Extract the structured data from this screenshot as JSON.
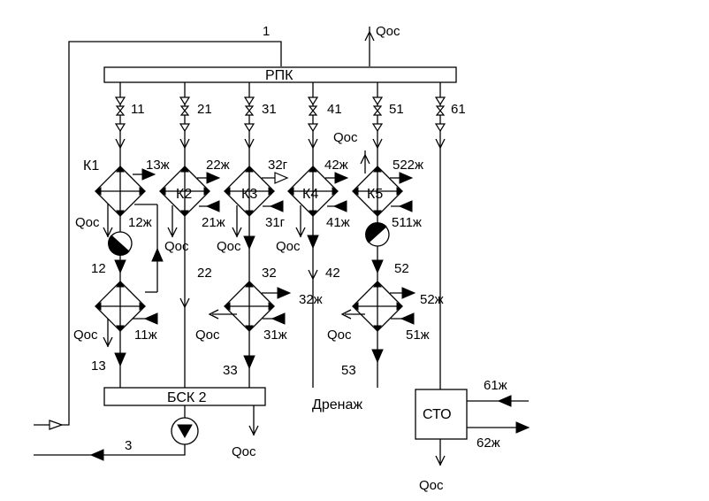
{
  "labels": {
    "rpk": "РПК",
    "bsk": "БСК 2",
    "sto": "СТО",
    "drain": "Дренаж",
    "q_top": "Qос",
    "stream_1": "1",
    "stream_3": "3",
    "k1": "К1",
    "k2": "К2",
    "k3": "К3",
    "k4": "К4",
    "k5": "К5",
    "s11": "11",
    "s21": "21",
    "s31": "31",
    "s41": "41",
    "s51": "51",
    "s61": "61",
    "s13zh": "13ж",
    "s22zh": "22ж",
    "s32g": "32г",
    "s42zh": "42ж",
    "s522zh": "522ж",
    "s12zh": "12ж",
    "s21zh": "21ж",
    "s31g": "31г",
    "s41zh": "41ж",
    "s511zh": "511ж",
    "s12": "12",
    "s22": "22",
    "s32": "32",
    "s42": "42",
    "s52": "52",
    "s32zh": "32ж",
    "s52zh": "52ж",
    "s11zh": "11ж",
    "s31zh": "31ж",
    "s51zh": "51ж",
    "s13": "13",
    "s33": "33",
    "s53": "53",
    "s61zh": "61ж",
    "s62zh": "62ж",
    "qos": "Qос"
  }
}
